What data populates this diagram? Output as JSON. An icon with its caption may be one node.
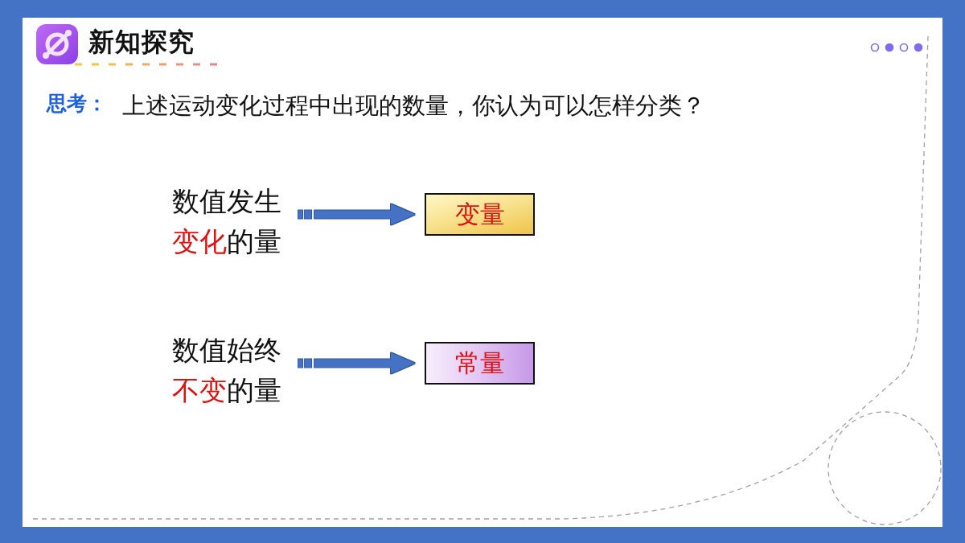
{
  "diagram": {
    "title": "新知探究",
    "nodes": [
      {
        "text": [
          "数值发生**变化**的量"
        ]
      },
      {
        "text": [
          "变量"
        ]
      },
      {
        "text": [
          "数值始终**不变**的量"
        ]
      },
      {
        "text": [
          "常量"
        ]
      }
    ],
    "edges": [
      {
        "from": 0,
        "to": 1,
        "arrow": "to"
      },
      {
        "from": 2,
        "to": 3,
        "arrow": "to"
      }
    ],
    "labels": [
      "思考：",
      "上述运动变化过程中出现的数量，你认为可以怎样分类？"
    ]
  }
}
